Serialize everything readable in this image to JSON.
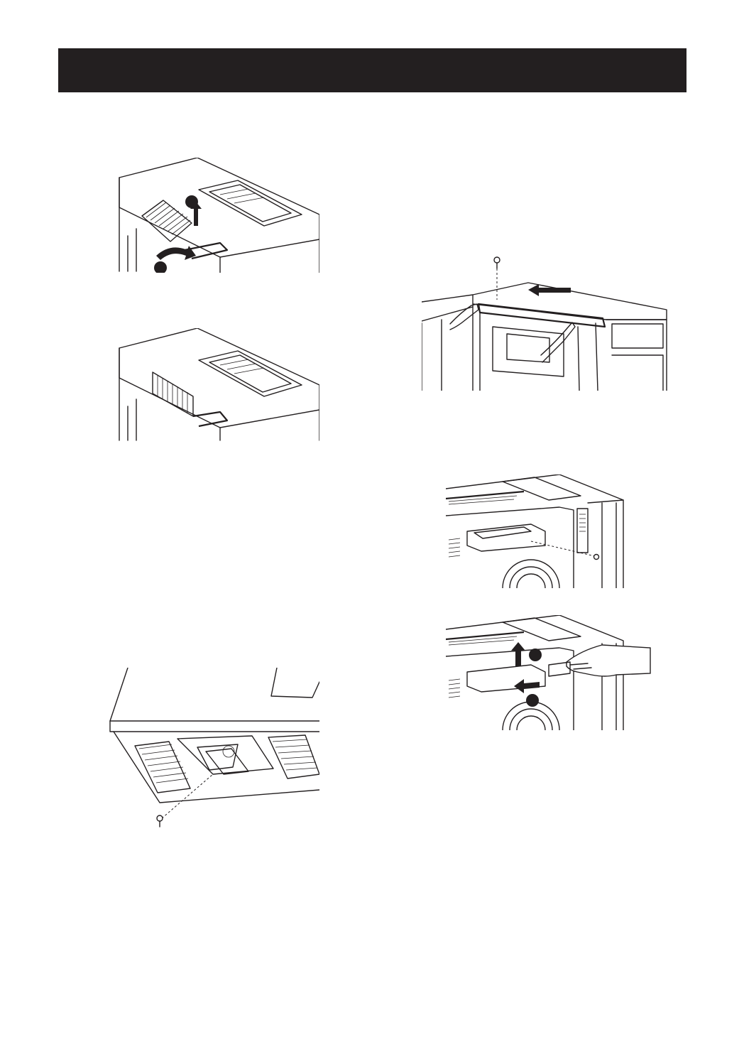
{
  "header": {
    "title": ""
  },
  "figures": [
    {
      "name": "grille-removal-steps",
      "icon": "illustration"
    },
    {
      "name": "grille-installed-top",
      "icon": "illustration"
    },
    {
      "name": "underside-filters-screw",
      "icon": "illustration"
    },
    {
      "name": "door-top-screw-hands",
      "icon": "illustration"
    },
    {
      "name": "rear-bracket-screw",
      "icon": "illustration"
    },
    {
      "name": "rear-bracket-removal-steps",
      "icon": "illustration"
    }
  ],
  "colors": {
    "ink": "#231f20",
    "paper": "#ffffff"
  }
}
